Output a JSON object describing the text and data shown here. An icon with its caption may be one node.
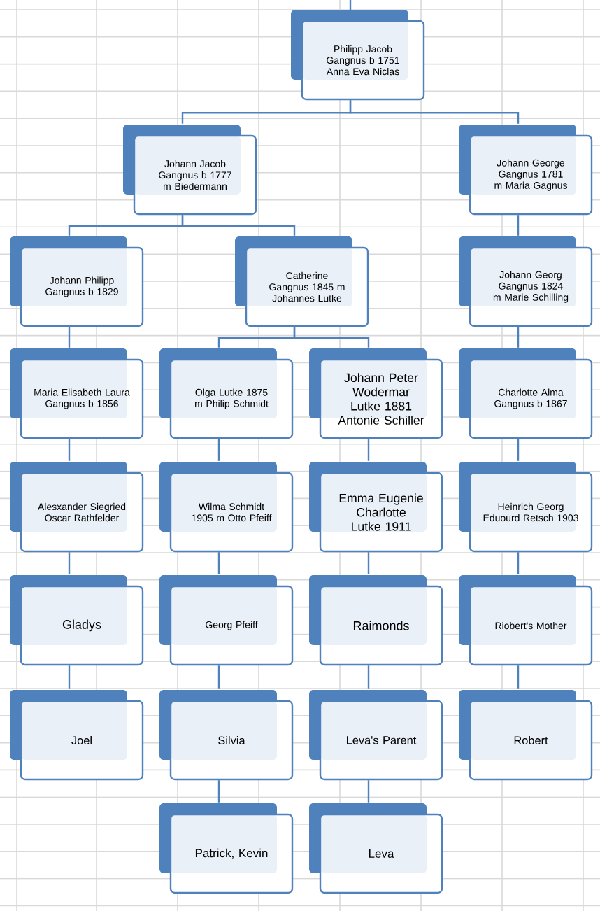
{
  "diagram": {
    "nodes": [
      {
        "text": [
          "Philipp Jacob Gangnus b 1751 Anna Eva Niclas"
        ]
      },
      {
        "text": [
          "Johann Jacob Gangnus b 1777 m Biedermann"
        ]
      },
      {
        "text": [
          "Johann George Gangnus 1781 m Maria Gagnus"
        ]
      },
      {
        "text": [
          "Johann Philipp Gangnus b 1829"
        ]
      },
      {
        "text": [
          "Catherine Gangnus 1845 m Johannes Lutke"
        ]
      },
      {
        "text": [
          "Johann Georg Gangnus 1824 m Marie Schilling"
        ]
      },
      {
        "text": [
          "Maria Elisabeth Laura Gangnus b 1856"
        ]
      },
      {
        "text": [
          "Olga Lutke 1875 m Philip Schmidt"
        ]
      },
      {
        "text": [
          "Johann Peter Wodermar Lutke 1881 Antonie Schiller"
        ]
      },
      {
        "text": [
          "Charlotte Alma Gangnus b 1867"
        ]
      },
      {
        "text": [
          "Alesxander Siegried Oscar Rathfelder"
        ]
      },
      {
        "text": [
          "Wilma Schmidt 1905 m Otto Pfeiff"
        ]
      },
      {
        "text": [
          "Emma Eugenie Charlotte Lutke 1911"
        ]
      },
      {
        "text": [
          "Heinrich Georg Eduourd Retsch 1903"
        ]
      },
      {
        "text": [
          "Gladys"
        ]
      },
      {
        "text": [
          "Georg Pfeiff"
        ]
      },
      {
        "text": [
          "Raimonds"
        ]
      },
      {
        "text": [
          "Riobert's Mother"
        ]
      },
      {
        "text": [
          "Joel"
        ]
      },
      {
        "text": [
          "Silvia"
        ]
      },
      {
        "text": [
          "Leva's Parent"
        ]
      },
      {
        "text": [
          "Robert"
        ]
      },
      {
        "text": [
          "Patrick, Kevin"
        ]
      },
      {
        "text": [
          "Leva"
        ]
      }
    ],
    "edges": [
      {
        "from": null,
        "to": 0,
        "arrow": "none"
      },
      {
        "from": 0,
        "to": 1,
        "arrow": "none"
      },
      {
        "from": 0,
        "to": 2,
        "arrow": "none"
      },
      {
        "from": 1,
        "to": 3,
        "arrow": "none"
      },
      {
        "from": 1,
        "to": 4,
        "arrow": "none"
      },
      {
        "from": 2,
        "to": 5,
        "arrow": "none"
      },
      {
        "from": 3,
        "to": 6,
        "arrow": "none"
      },
      {
        "from": 4,
        "to": 7,
        "arrow": "none"
      },
      {
        "from": 4,
        "to": 8,
        "arrow": "none"
      },
      {
        "from": 5,
        "to": 9,
        "arrow": "none"
      },
      {
        "from": 6,
        "to": 10,
        "arrow": "none"
      },
      {
        "from": 7,
        "to": 11,
        "arrow": "none"
      },
      {
        "from": 8,
        "to": 12,
        "arrow": "none"
      },
      {
        "from": 9,
        "to": 13,
        "arrow": "none"
      },
      {
        "from": 10,
        "to": 14,
        "arrow": "none"
      },
      {
        "from": 11,
        "to": 15,
        "arrow": "none"
      },
      {
        "from": 12,
        "to": 16,
        "arrow": "none"
      },
      {
        "from": 13,
        "to": 17,
        "arrow": "none"
      },
      {
        "from": 14,
        "to": 18,
        "arrow": "none"
      },
      {
        "from": 15,
        "to": 19,
        "arrow": "none"
      },
      {
        "from": 16,
        "to": 20,
        "arrow": "none"
      },
      {
        "from": 17,
        "to": 21,
        "arrow": "none"
      },
      {
        "from": 19,
        "to": 22,
        "arrow": "none"
      },
      {
        "from": 20,
        "to": 23,
        "arrow": "none"
      }
    ]
  }
}
